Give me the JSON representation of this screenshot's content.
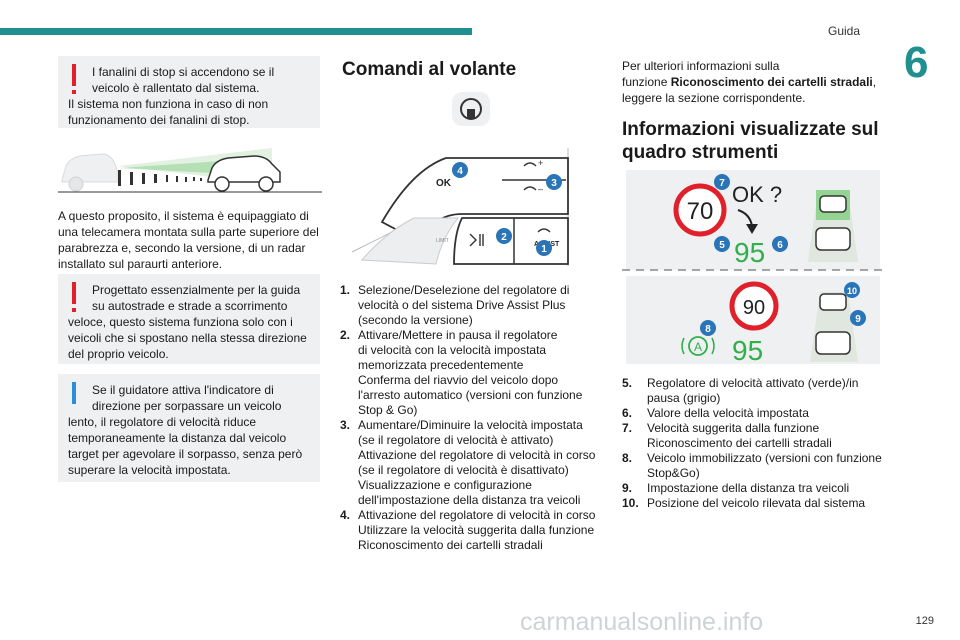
{
  "header": {
    "section": "Guida",
    "chapter": "6",
    "page_number": "129"
  },
  "watermark": "carmanualsonline.info",
  "col1": {
    "note1": {
      "line1": "I fanalini di stop si accendono se il",
      "line2": "veicolo è rallentato dal sistema.",
      "line3": "Il sistema non funziona in caso di non",
      "line4": "funzionamento dei fanalini di stop."
    },
    "para1": {
      "line1": "A questo proposito, il sistema è equipaggiato di",
      "line2": "una telecamera montata sulla parte superiore del",
      "line3": "parabrezza e, secondo la versione, di un radar",
      "line4": "installato sul paraurti anteriore."
    },
    "note2": {
      "line1": "Progettato essenzialmente per la guida",
      "line2": "su autostrade e strade a scorrimento",
      "line3": "veloce, questo sistema funziona solo con i",
      "line4": "veicoli che si spostano nella stessa direzione",
      "line5": "del proprio veicolo."
    },
    "note3": {
      "line1": "Se il guidatore attiva l'indicatore di",
      "line2": "direzione per sorpassare un veicolo",
      "line3": "lento, il regolatore di velocità riduce",
      "line4": "temporaneamente la distanza dal veicolo",
      "line5": "target per agevolare il sorpasso, senza però",
      "line6": "superare la velocità impostata."
    }
  },
  "col2": {
    "title": "Comandi al volante",
    "figure": {
      "ok": "OK",
      "assist": "ASSIST",
      "limit": "LIMIT",
      "callouts": [
        "4",
        "3",
        "2",
        "1"
      ]
    },
    "items": [
      {
        "num": "1.",
        "lines": [
          "Selezione/Deselezione del regolatore di",
          "velocità o del sistema Drive Assist Plus",
          "(secondo la versione)"
        ]
      },
      {
        "num": "2.",
        "lines": [
          "Attivare/Mettere in pausa il regolatore",
          "di velocità con la velocità impostata",
          "memorizzata precedentemente",
          "Conferma del riavvio del veicolo dopo",
          "l'arresto automatico (versioni con funzione",
          "Stop & Go)"
        ]
      },
      {
        "num": "3.",
        "lines": [
          "Aumentare/Diminuire la velocità impostata",
          "(se il regolatore di velocità è attivato)",
          "Attivazione del regolatore di velocità in corso",
          "(se il regolatore di velocità è disattivato)",
          "Visualizzazione e configurazione",
          "dell'impostazione della distanza tra veicoli"
        ]
      },
      {
        "num": "4.",
        "lines": [
          "Attivazione del regolatore di velocità in corso",
          "Utilizzare la velocità suggerita dalla funzione",
          "Riconoscimento dei cartelli stradali"
        ]
      }
    ]
  },
  "col3": {
    "intro": {
      "line1": "Per ulteriori informazioni sulla",
      "line2_prefix": "funzione ",
      "line2_bold": "Riconoscimento dei cartelli stradali",
      "line2_suffix": ",",
      "line3": "leggere la sezione corrispondente."
    },
    "title_line1": "Informazioni visualizzate sul",
    "title_line2": "quadro strumenti",
    "figure": {
      "sign1": "70",
      "ok_text": "OK ?",
      "speed1": "95",
      "sign2": "90",
      "speed2": "95",
      "auto": "A",
      "callouts_top": [
        "7",
        "5",
        "6"
      ],
      "callouts_bottom": [
        "10",
        "9",
        "8"
      ]
    },
    "items": [
      {
        "num": "5.",
        "lines": [
          "Regolatore di velocità attivato (verde)/in",
          "pausa (grigio)"
        ]
      },
      {
        "num": "6.",
        "lines": [
          "Valore della velocità impostata"
        ]
      },
      {
        "num": "7.",
        "lines": [
          "Velocità suggerita dalla funzione",
          "Riconoscimento dei cartelli stradali"
        ]
      },
      {
        "num": "8.",
        "lines": [
          "Veicolo immobilizzato (versioni con funzione",
          "Stop&Go)"
        ]
      },
      {
        "num": "9.",
        "lines": [
          "Impostazione della distanza tra veicoli"
        ]
      },
      {
        "num": "10.",
        "lines": [
          "Posizione del veicolo rilevata dal sistema"
        ]
      }
    ]
  },
  "colors": {
    "teal": "#1f8f8f",
    "callout_blue": "#2a74b8",
    "speed_green": "#2fb04a",
    "sign_red": "#e0202a",
    "warn_red": "#e0202a",
    "info_blue": "#2a8fd8"
  }
}
